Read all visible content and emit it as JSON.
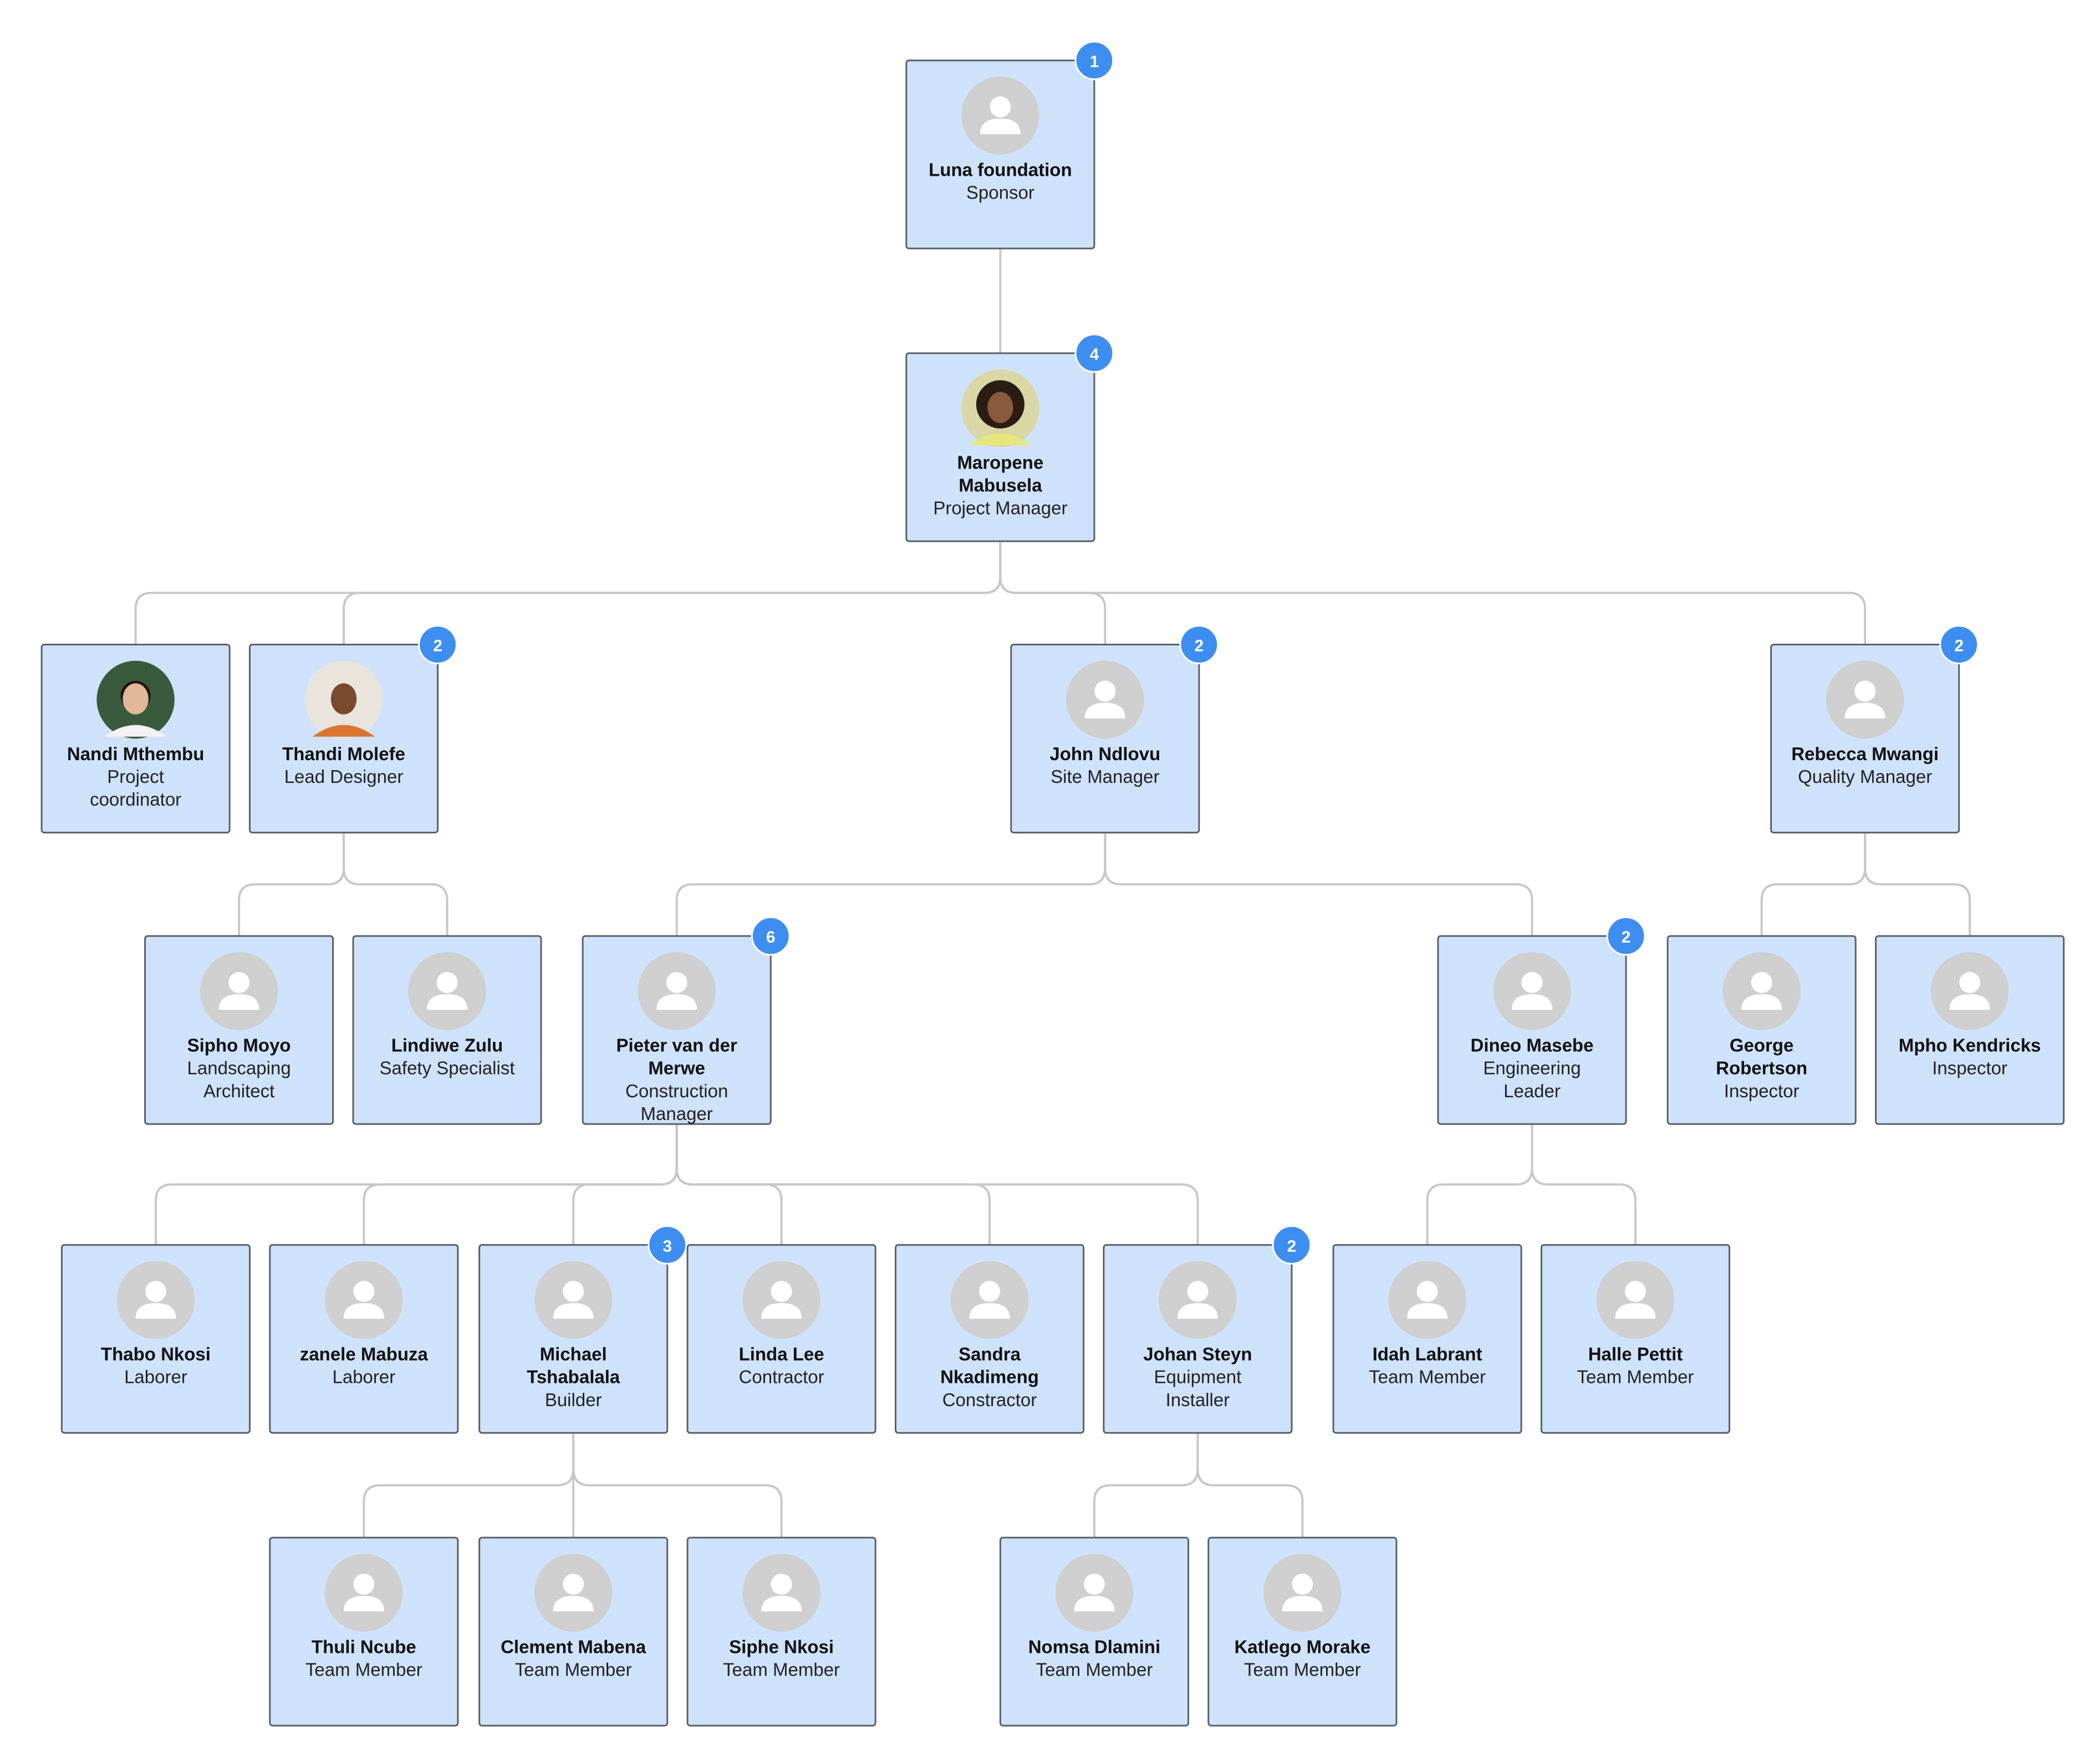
{
  "nodes": [
    {
      "id": "luna",
      "name": [
        "Luna foundation"
      ],
      "role": [
        "Sponsor"
      ],
      "badge": "1",
      "avatar": "user-placeholder-icon"
    },
    {
      "id": "maropene",
      "name": [
        "Maropene",
        "Mabusela"
      ],
      "role": [
        "Project Manager"
      ],
      "badge": "4",
      "avatar": "photo-woman-curly-hair"
    },
    {
      "id": "nandi",
      "name": [
        "Nandi Mthembu"
      ],
      "role": [
        "Project",
        "coordinator"
      ],
      "badge": "",
      "avatar": "photo-woman-dark-hair"
    },
    {
      "id": "thandi",
      "name": [
        "Thandi Molefe"
      ],
      "role": [
        "Lead Designer"
      ],
      "badge": "2",
      "avatar": "photo-man-smiling"
    },
    {
      "id": "john",
      "name": [
        "John Ndlovu"
      ],
      "role": [
        "Site Manager"
      ],
      "badge": "2",
      "avatar": "user-placeholder-icon"
    },
    {
      "id": "rebecca",
      "name": [
        "Rebecca Mwangi"
      ],
      "role": [
        "Quality Manager"
      ],
      "badge": "2",
      "avatar": "user-placeholder-icon"
    },
    {
      "id": "sipho",
      "name": [
        "Sipho Moyo"
      ],
      "role": [
        "Landscaping",
        "Architect"
      ],
      "badge": "",
      "avatar": "user-placeholder-icon"
    },
    {
      "id": "lindiwe",
      "name": [
        "Lindiwe Zulu"
      ],
      "role": [
        "Safety Specialist"
      ],
      "badge": "",
      "avatar": "user-placeholder-icon"
    },
    {
      "id": "pieter",
      "name": [
        "Pieter van der",
        "Merwe"
      ],
      "role": [
        "Construction",
        "Manager"
      ],
      "badge": "6",
      "avatar": "user-placeholder-icon"
    },
    {
      "id": "dineo",
      "name": [
        "Dineo Masebe"
      ],
      "role": [
        "Engineering",
        "Leader"
      ],
      "badge": "2",
      "avatar": "user-placeholder-icon"
    },
    {
      "id": "george",
      "name": [
        "George",
        "Robertson"
      ],
      "role": [
        "Inspector"
      ],
      "badge": "",
      "avatar": "user-placeholder-icon"
    },
    {
      "id": "mpho",
      "name": [
        "Mpho Kendricks"
      ],
      "role": [
        "Inspector"
      ],
      "badge": "",
      "avatar": "user-placeholder-icon"
    },
    {
      "id": "thabo",
      "name": [
        "Thabo Nkosi"
      ],
      "role": [
        "Laborer"
      ],
      "badge": "",
      "avatar": "user-placeholder-icon"
    },
    {
      "id": "zanele",
      "name": [
        "zanele Mabuza"
      ],
      "role": [
        "Laborer"
      ],
      "badge": "",
      "avatar": "user-placeholder-icon"
    },
    {
      "id": "michael",
      "name": [
        "Michael",
        "Tshabalala"
      ],
      "role": [
        "Builder"
      ],
      "badge": "3",
      "avatar": "user-placeholder-icon"
    },
    {
      "id": "linda",
      "name": [
        "Linda Lee"
      ],
      "role": [
        "Contractor"
      ],
      "badge": "",
      "avatar": "user-placeholder-icon"
    },
    {
      "id": "sandra",
      "name": [
        "Sandra",
        "Nkadimeng"
      ],
      "role": [
        "Constractor"
      ],
      "badge": "",
      "avatar": "user-placeholder-icon"
    },
    {
      "id": "johan",
      "name": [
        "Johan Steyn"
      ],
      "role": [
        "Equipment",
        "Installer"
      ],
      "badge": "2",
      "avatar": "user-placeholder-icon"
    },
    {
      "id": "idah",
      "name": [
        "Idah Labrant"
      ],
      "role": [
        "Team Member"
      ],
      "badge": "",
      "avatar": "user-placeholder-icon"
    },
    {
      "id": "halle",
      "name": [
        "Halle Pettit"
      ],
      "role": [
        "Team Member"
      ],
      "badge": "",
      "avatar": "user-placeholder-icon"
    },
    {
      "id": "thuli",
      "name": [
        "Thuli Ncube"
      ],
      "role": [
        "Team Member"
      ],
      "badge": "",
      "avatar": "user-placeholder-icon"
    },
    {
      "id": "clement",
      "name": [
        "Clement Mabena"
      ],
      "role": [
        "Team Member"
      ],
      "badge": "",
      "avatar": "user-placeholder-icon"
    },
    {
      "id": "siphe",
      "name": [
        "Siphe Nkosi"
      ],
      "role": [
        "Team Member"
      ],
      "badge": "",
      "avatar": "user-placeholder-icon"
    },
    {
      "id": "nomsa",
      "name": [
        "Nomsa Dlamini"
      ],
      "role": [
        "Team Member"
      ],
      "badge": "",
      "avatar": "user-placeholder-icon"
    },
    {
      "id": "katlego",
      "name": [
        "Katlego Morake"
      ],
      "role": [
        "Team Member"
      ],
      "badge": "",
      "avatar": "user-placeholder-icon"
    }
  ],
  "edges": [
    [
      "luna",
      "maropene"
    ],
    [
      "maropene",
      "nandi"
    ],
    [
      "maropene",
      "thandi"
    ],
    [
      "maropene",
      "john"
    ],
    [
      "maropene",
      "rebecca"
    ],
    [
      "thandi",
      "sipho"
    ],
    [
      "thandi",
      "lindiwe"
    ],
    [
      "john",
      "pieter"
    ],
    [
      "john",
      "dineo"
    ],
    [
      "rebecca",
      "george"
    ],
    [
      "rebecca",
      "mpho"
    ],
    [
      "pieter",
      "thabo"
    ],
    [
      "pieter",
      "zanele"
    ],
    [
      "pieter",
      "michael"
    ],
    [
      "pieter",
      "linda"
    ],
    [
      "pieter",
      "sandra"
    ],
    [
      "pieter",
      "johan"
    ],
    [
      "dineo",
      "idah"
    ],
    [
      "dineo",
      "halle"
    ],
    [
      "michael",
      "thuli"
    ],
    [
      "michael",
      "clement"
    ],
    [
      "michael",
      "siphe"
    ],
    [
      "johan",
      "nomsa"
    ],
    [
      "johan",
      "katlego"
    ]
  ],
  "colors": {
    "card_fill": "#cfe2fb",
    "card_border": "#5a6068",
    "connector": "#c8c8c8",
    "badge": "#3d8ef0",
    "avatar_placeholder": "#cfcfcf"
  }
}
